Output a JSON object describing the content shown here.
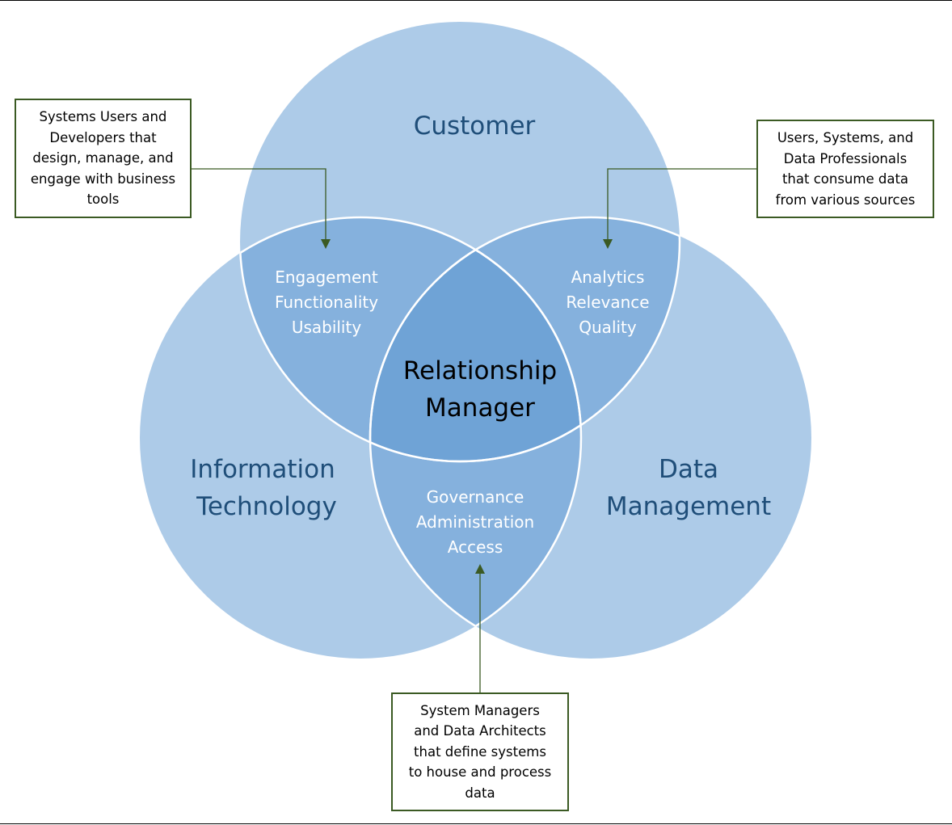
{
  "diagram": {
    "circles": [
      {
        "id": "customer",
        "label_lines": [
          "Customer"
        ]
      },
      {
        "id": "information-technology",
        "label_lines": [
          "Information",
          "Technology"
        ]
      },
      {
        "id": "data-management",
        "label_lines": [
          "Data",
          "Management"
        ]
      }
    ],
    "overlaps": {
      "customer_it": [
        "Engagement",
        "Functionality",
        "Usability"
      ],
      "customer_data": [
        "Analytics",
        "Relevance",
        "Quality"
      ],
      "it_data": [
        "Governance",
        "Administration",
        "Access"
      ]
    },
    "center": [
      "Relationship",
      "Manager"
    ],
    "callouts": {
      "left": [
        "Systems Users and",
        "Developers that",
        "design, manage, and",
        "engage with business",
        "tools"
      ],
      "right": [
        "Users, Systems, and",
        "Data Professionals",
        "that consume data",
        "from various sources"
      ],
      "bottom": [
        "System Managers",
        "and Data Architects",
        "that define systems",
        "to house and process",
        "data"
      ]
    },
    "colors": {
      "circle_fill": "#adcbe8",
      "overlap_fill": "#85b1dd",
      "center_fill": "#6fa3d6",
      "circle_label": "#1f4e79",
      "overlap_label": "#ffffff",
      "center_label": "#000000",
      "callout_border": "#3b5a23",
      "arrow": "#3b5a23"
    }
  }
}
